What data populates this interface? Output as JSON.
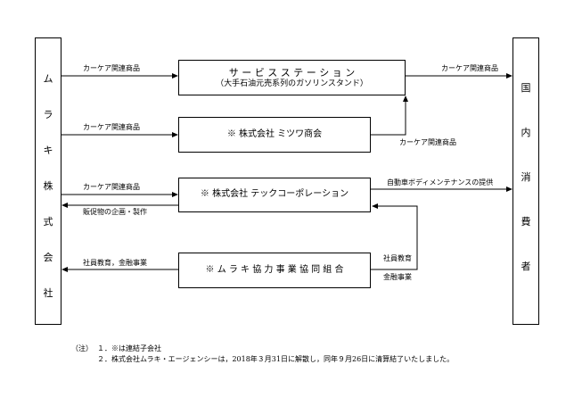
{
  "left_entity": {
    "chars": [
      "ム",
      "ラ",
      "キ",
      "株",
      "式",
      "会",
      "社"
    ]
  },
  "right_entity": {
    "chars": [
      "国",
      "内",
      "消",
      "費",
      "者"
    ]
  },
  "boxes": {
    "service_station": {
      "title": "サ ー ビ ス ス テ ー シ ョ ン",
      "subtitle": "（大手石油元売系列のガソリンスタンド）"
    },
    "mitsuwa": {
      "title": "※ 株式会社 ミツワ商会"
    },
    "techcorporation": {
      "title": "※ 株式会社 テックコーポレーション"
    },
    "cooperative": {
      "title": "※ ム ラ キ 協 力 事 業 協 同 組 合"
    }
  },
  "labels": {
    "car_care_1": "カーケア関連商品",
    "car_care_2": "カーケア関連商品",
    "car_care_3": "カーケア関連商品",
    "car_care_ss_out": "カーケア関連商品",
    "car_care_mitsuwa_out": "カーケア関連商品",
    "promo": "販促物の企画・製作",
    "maintenance": "自動車ボディメンテナンスの提供",
    "employee_edu_left": "社員教育，金融事業",
    "employee_edu_right": "社員教育",
    "finance_right": "金融事業"
  },
  "notes": {
    "prefix": "（注）",
    "line1": "１．※は連結子会社",
    "line2": "２．株式会社ムラキ・エージェンシーは，2018年３月31日に解散し，同年９月26日に清算結了いたしました。"
  }
}
